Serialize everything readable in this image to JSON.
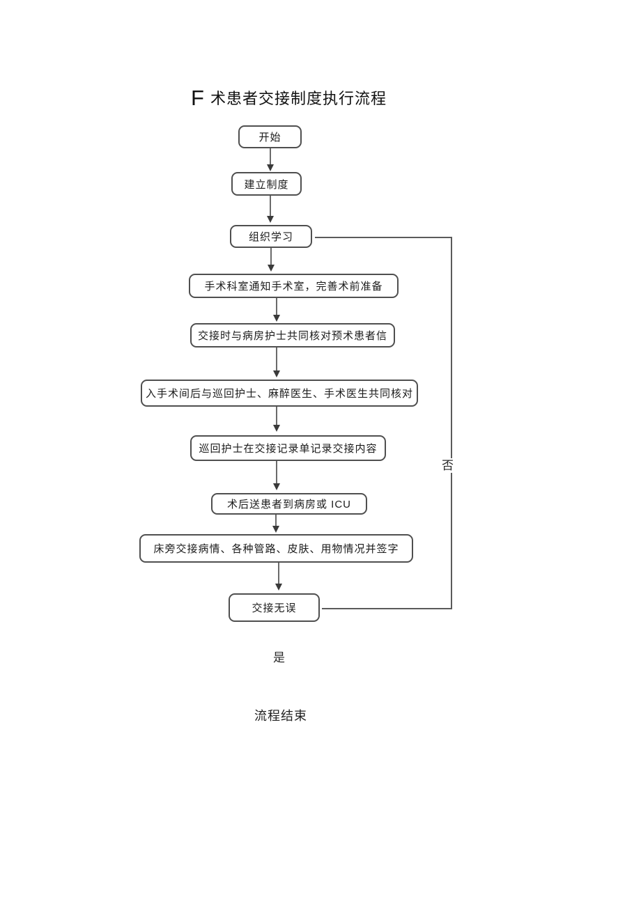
{
  "title": {
    "prefix": "F",
    "text": "术患者交接制度执行流程"
  },
  "flowchart": {
    "nodes": [
      {
        "id": "start",
        "label": "开始"
      },
      {
        "id": "establish",
        "label": "建立制度"
      },
      {
        "id": "study",
        "label": "组织学习"
      },
      {
        "id": "notify",
        "label": "手术科室通知手术室，完善术前准备"
      },
      {
        "id": "verify-ward",
        "label": "交接时与病房护士共同核对预术患者信"
      },
      {
        "id": "verify-or",
        "label": "入手术间后与巡回护士、麻醉医生、手术医生共同核对"
      },
      {
        "id": "record",
        "label": "巡回护士在交接记录单记录交接内容"
      },
      {
        "id": "transfer",
        "label": "术后送患者到病房或 ICU"
      },
      {
        "id": "bedside",
        "label": "床旁交接病情、各种管路、皮肤、用物情况并签字"
      },
      {
        "id": "no-error",
        "label": "交接无误"
      }
    ],
    "edge_labels": {
      "yes": "是",
      "no": "否"
    },
    "end_label": "流程结束",
    "colors": {
      "line": "#5a5a5a",
      "border": "#4f4f4f",
      "arrowhead": "#3a3a3a"
    }
  }
}
